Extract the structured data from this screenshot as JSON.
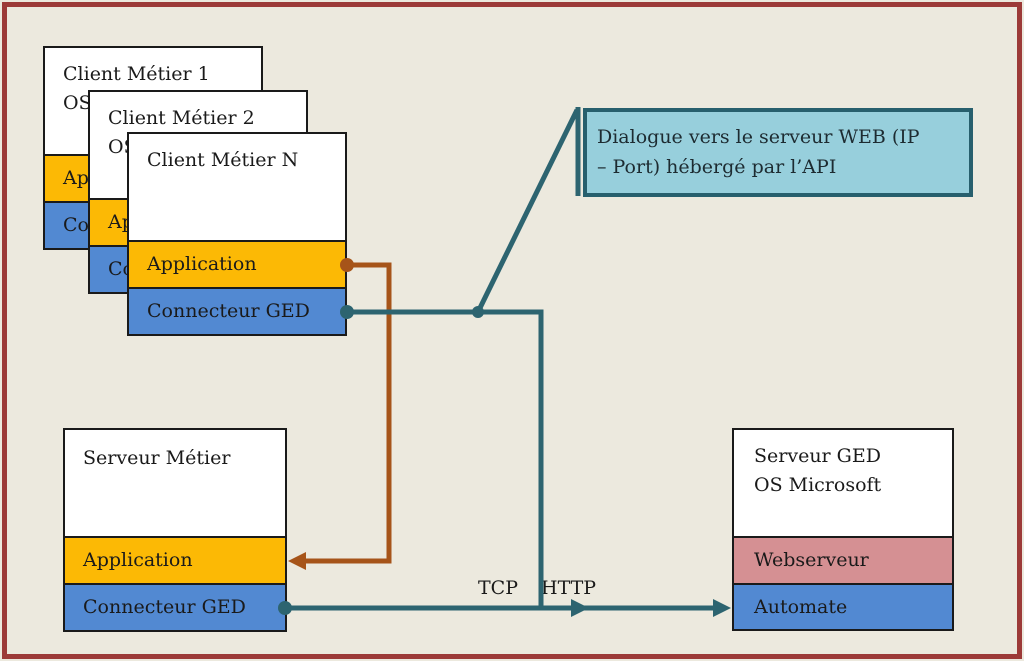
{
  "frame": {
    "background": "#ECE9DE",
    "border_color": "#9C3A38"
  },
  "palette": {
    "orange": "#FCB905",
    "blue": "#5289D2",
    "pink": "#D59093",
    "teal_line": "#2D6470",
    "brown_line": "#A65419",
    "callout_fill": "#97CFDC",
    "callout_border": "#275F6D",
    "box_border": "#1a1a1a"
  },
  "clients": [
    {
      "title": "Client Métier 1",
      "os_line": "OS",
      "app_label": "Application",
      "ged_label": "Connecteur GED"
    },
    {
      "title": "Client Métier 2",
      "os_line": "OS",
      "app_label": "Application",
      "ged_label": "Connecteur GED"
    },
    {
      "title": "Client Métier N",
      "os_line": "",
      "app_label": "Application",
      "ged_label": "Connecteur GED"
    }
  ],
  "servers": {
    "metier": {
      "title": "Serveur Métier",
      "app_label": "Application",
      "ged_label": "Connecteur GED"
    },
    "ged": {
      "title": "Serveur GED",
      "os_line": "OS Microsoft",
      "web_label": "Webserveur",
      "automate_label": "Automate"
    }
  },
  "callout": {
    "line1": "Dialogue vers le serveur WEB (IP",
    "line2": "– Port) hébergé par l’API"
  },
  "connection_labels": {
    "tcp": "TCP",
    "http": "HTTP"
  }
}
